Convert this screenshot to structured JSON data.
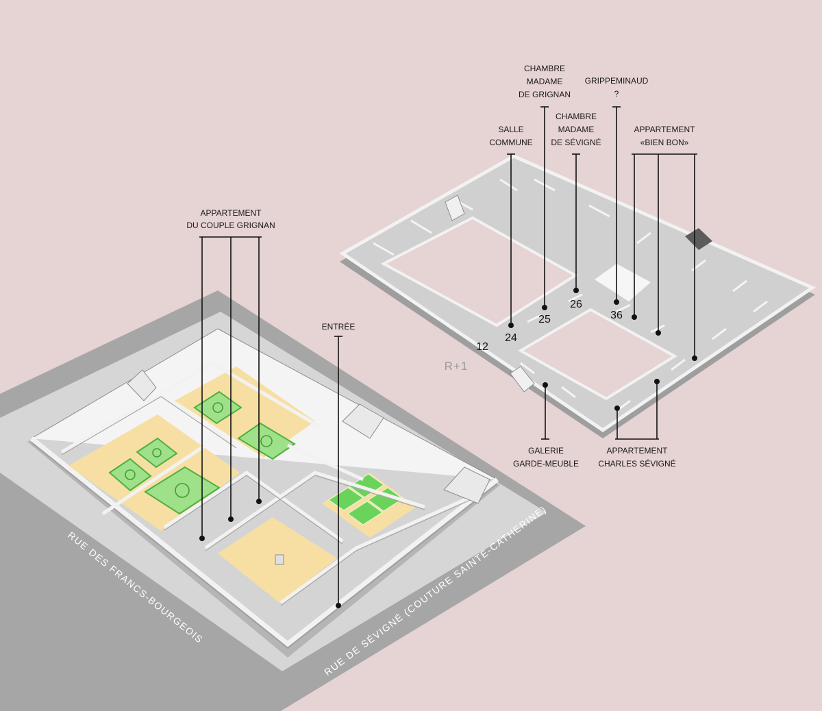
{
  "floor_label": "R+1",
  "streets": {
    "west": "RUE DES FRANCS-BOURGEOIS",
    "south": "RUE DE SÉVIGNÉ (COUTURE SAINTE-CATHERINE)"
  },
  "ground_floor_labels": {
    "couple_grignan": [
      "APPARTEMENT",
      "DU COUPLE GRIGNAN"
    ],
    "entree": [
      "ENTRÉE"
    ]
  },
  "upper_floor_labels": {
    "salle_commune": [
      "SALLE",
      "COMMUNE"
    ],
    "chambre_grignan": [
      "CHAMBRE",
      "MADAME",
      "DE GRIGNAN"
    ],
    "chambre_sevigne": [
      "CHAMBRE",
      "MADAME",
      "DE SÉVIGNÉ"
    ],
    "grippeminaud": [
      "GRIPPEMINAUD",
      "?"
    ],
    "bien_bon": [
      "APPARTEMENT",
      "«BIEN BON»"
    ],
    "galerie": [
      "GALERIE",
      "GARDE-MEUBLE"
    ],
    "charles": [
      "APPARTEMENT",
      "CHARLES SÉVIGNÉ"
    ]
  },
  "room_numbers": {
    "n12": "12",
    "n24": "24",
    "n25": "25",
    "n26": "26",
    "n36": "36"
  },
  "colors": {
    "background": "#e6d3d3",
    "street": "#a6a6a6",
    "sidewalk": "#d6d6d6",
    "courtyard": "#f7dfa3",
    "parterre": "#9fe08a",
    "garden_green": "#6ad35a",
    "wall": "#f4f4f4",
    "room_floor": "#cfcfcf"
  }
}
